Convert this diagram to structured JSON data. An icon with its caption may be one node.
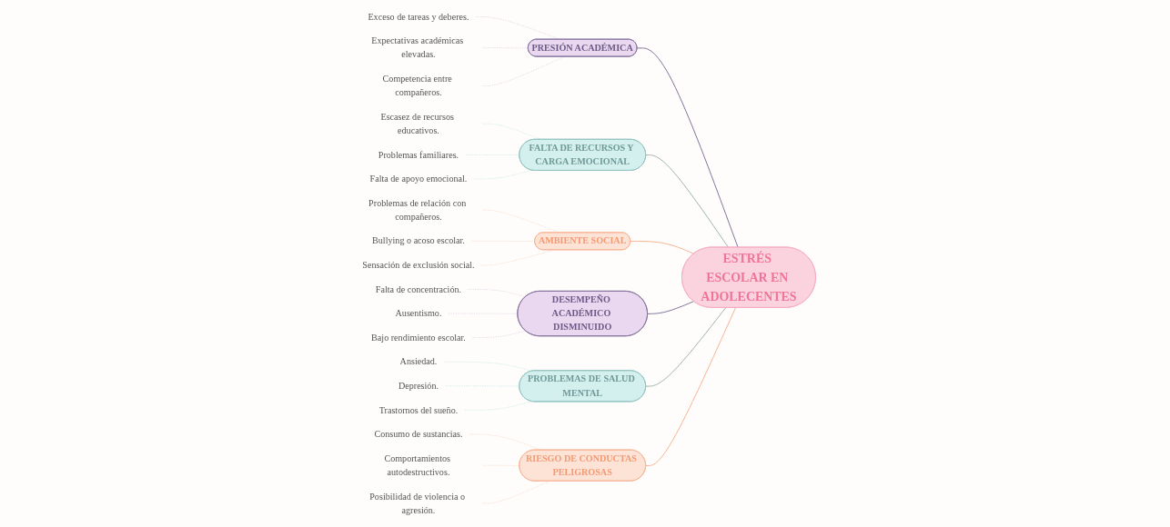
{
  "diagram": {
    "nodes": [
      {
        "text": [
          "ESTRÉS ESCOLAR EN ADOLECENTES"
        ]
      },
      {
        "text": [
          "PRESIÓN ACADÉMICA"
        ]
      },
      {
        "text": [
          "Exceso de tareas y deberes."
        ]
      },
      {
        "text": [
          "Expectativas académicas elevadas."
        ]
      },
      {
        "text": [
          "Competencia entre compañeros."
        ]
      },
      {
        "text": [
          "FALTA DE RECURSOS Y CARGA EMOCIONAL"
        ]
      },
      {
        "text": [
          "Escasez de recursos educativos."
        ]
      },
      {
        "text": [
          "Problemas familiares."
        ]
      },
      {
        "text": [
          "Falta de apoyo emocional."
        ]
      },
      {
        "text": [
          "AMBIENTE SOCIAL"
        ]
      },
      {
        "text": [
          "Problemas de relación con compañeros."
        ]
      },
      {
        "text": [
          "Bullying o acoso escolar."
        ]
      },
      {
        "text": [
          "Sensación de exclusión social."
        ]
      },
      {
        "text": [
          "DESEMPEÑO ACADÉMICO DISMINUIDO"
        ]
      },
      {
        "text": [
          "Falta de concentración."
        ]
      },
      {
        "text": [
          "Ausentismo."
        ]
      },
      {
        "text": [
          "Bajo rendimiento escolar."
        ]
      },
      {
        "text": [
          "PROBLEMAS DE SALUD MENTAL"
        ]
      },
      {
        "text": [
          "Ansiedad."
        ]
      },
      {
        "text": [
          "Depresión."
        ]
      },
      {
        "text": [
          "Trastornos del sueño."
        ]
      },
      {
        "text": [
          "RIESGO DE CONDUCTAS PELIGROSAS"
        ]
      },
      {
        "text": [
          "Consumo de sustancias."
        ]
      },
      {
        "text": [
          "Comportamientos autodestructivos."
        ]
      },
      {
        "text": [
          "Posibilidad de violencia o agresión."
        ]
      }
    ],
    "edges": [
      {
        "from": 1,
        "to": 0,
        "arrow": "none",
        "color": "#7d6a96"
      },
      {
        "from": 2,
        "to": 1,
        "arrow": "none",
        "style": "dashed",
        "color": "#e6d6ea"
      },
      {
        "from": 3,
        "to": 1,
        "arrow": "none",
        "style": "dashed",
        "color": "#e6d6ea"
      },
      {
        "from": 4,
        "to": 1,
        "arrow": "none",
        "style": "dashed",
        "color": "#e6d6ea"
      },
      {
        "from": 5,
        "to": 0,
        "arrow": "none",
        "color": "#9bb0a6"
      },
      {
        "from": 6,
        "to": 5,
        "arrow": "none",
        "style": "dashed",
        "color": "#cfeaea"
      },
      {
        "from": 7,
        "to": 5,
        "arrow": "none",
        "style": "dashed",
        "color": "#cfeaea"
      },
      {
        "from": 8,
        "to": 5,
        "arrow": "none",
        "style": "dashed",
        "color": "#cfeaea"
      },
      {
        "from": 9,
        "to": 0,
        "arrow": "none",
        "color": "#f5b08f"
      },
      {
        "from": 10,
        "to": 9,
        "arrow": "none",
        "style": "dashed",
        "color": "#f7dccf"
      },
      {
        "from": 11,
        "to": 9,
        "arrow": "none",
        "style": "dashed",
        "color": "#f7dccf"
      },
      {
        "from": 12,
        "to": 9,
        "arrow": "none",
        "style": "dashed",
        "color": "#f7dccf"
      },
      {
        "from": 13,
        "to": 0,
        "arrow": "none",
        "color": "#7d6a96"
      },
      {
        "from": 14,
        "to": 13,
        "arrow": "none",
        "style": "dashed",
        "color": "#e6d6ea"
      },
      {
        "from": 15,
        "to": 13,
        "arrow": "none",
        "style": "dashed",
        "color": "#e6d6ea"
      },
      {
        "from": 16,
        "to": 13,
        "arrow": "none",
        "style": "dashed",
        "color": "#e6d6ea"
      },
      {
        "from": 17,
        "to": 0,
        "arrow": "none",
        "color": "#9bb0a6"
      },
      {
        "from": 18,
        "to": 17,
        "arrow": "none",
        "style": "dashed",
        "color": "#cfeaea"
      },
      {
        "from": 19,
        "to": 17,
        "arrow": "none",
        "style": "dashed",
        "color": "#cfeaea"
      },
      {
        "from": 20,
        "to": 17,
        "arrow": "none",
        "style": "dashed",
        "color": "#cfeaea"
      },
      {
        "from": 21,
        "to": 0,
        "arrow": "none",
        "color": "#f5b08f"
      },
      {
        "from": 22,
        "to": 21,
        "arrow": "none",
        "style": "dashed",
        "color": "#f7dccf"
      },
      {
        "from": 23,
        "to": 21,
        "arrow": "none",
        "style": "dashed",
        "color": "#f7dccf"
      },
      {
        "from": 24,
        "to": 21,
        "arrow": "none",
        "style": "dashed",
        "color": "#f7dccf"
      }
    ]
  }
}
